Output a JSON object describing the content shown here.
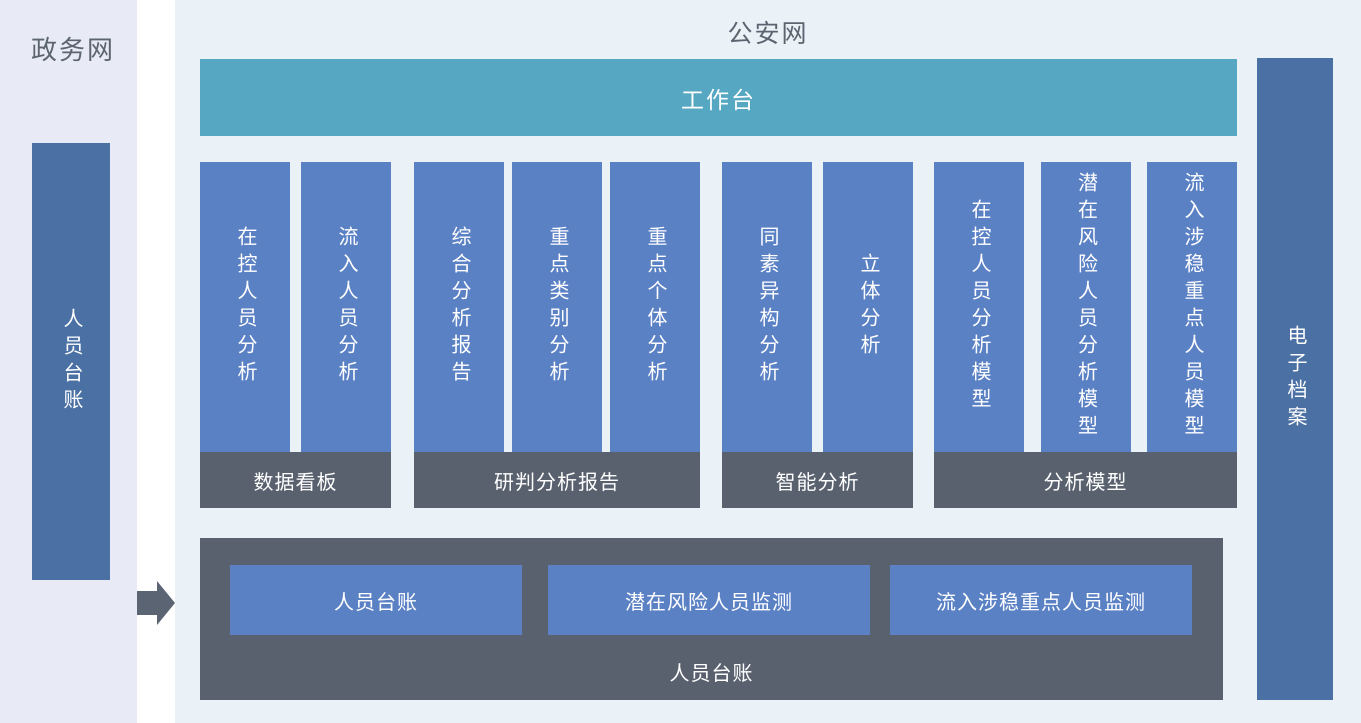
{
  "left_panel": {
    "title": "政务网",
    "bar_label": "人员台账"
  },
  "main_panel": {
    "title": "公安网",
    "workbench_label": "工作台",
    "groups": [
      {
        "name": "数据看板",
        "items": [
          "在控人员分析",
          "流入人员分析"
        ]
      },
      {
        "name": "研判分析报告",
        "items": [
          "综合分析报告",
          "重点类别分析",
          "重点个体分析"
        ]
      },
      {
        "name": "智能分析",
        "items": [
          "同素异构分析",
          "立体分析"
        ]
      },
      {
        "name": "分析模型",
        "items": [
          "在控人员分析模型",
          "潜在风险人员分析模型",
          "流入涉稳重点人员模型"
        ]
      }
    ],
    "bottom_box": {
      "buttons": [
        "人员台账",
        "潜在风险人员监测",
        "流入涉稳重点人员监测"
      ],
      "caption": "人员台账"
    },
    "right_bar_label": "电子档案"
  },
  "icons": {
    "flow_arrow": "right-arrow"
  },
  "colors": {
    "teal_bar": "#55a7c2",
    "module_blue": "#5b81c5",
    "deep_blue": "#4a70a4",
    "slate_gray": "#59616f",
    "left_panel_bg": "#e8ebf5",
    "main_panel_bg": "#eaf2f8",
    "label_gray": "#5c6470"
  }
}
